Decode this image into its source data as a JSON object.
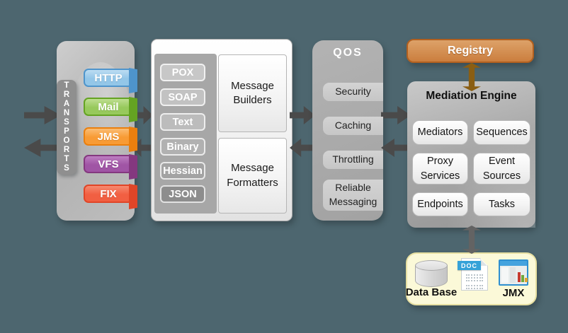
{
  "background_color": "#4d666f",
  "transports": {
    "label": "TRANSPORTS",
    "tabs": [
      {
        "label": "HTTP",
        "color": "#93c6e8"
      },
      {
        "label": "Mail",
        "color": "#97c95c"
      },
      {
        "label": "JMS",
        "color": "#f89b35"
      },
      {
        "label": "VFS",
        "color": "#a055a5"
      },
      {
        "label": "FIX",
        "color": "#f15f42"
      }
    ]
  },
  "message_panel": {
    "formats": [
      "POX",
      "SOAP",
      "Text",
      "Binary",
      "Hessian",
      "JSON"
    ],
    "builders_label": "Message Builders",
    "formatters_label": "Message Formatters"
  },
  "qos": {
    "title": "QOS",
    "items": [
      "Security",
      "Caching",
      "Throttling",
      "Reliable Messaging"
    ]
  },
  "registry": {
    "label": "Registry",
    "color": "#cb7e3e"
  },
  "mediation": {
    "title": "Mediation Engine",
    "cells": [
      "Mediators",
      "Sequences",
      "Proxy Services",
      "Event Sources",
      "Endpoints",
      "Tasks"
    ]
  },
  "resources": {
    "database_label": "Data Base",
    "doc_label": "DOC",
    "jmx_label": "JMX"
  }
}
